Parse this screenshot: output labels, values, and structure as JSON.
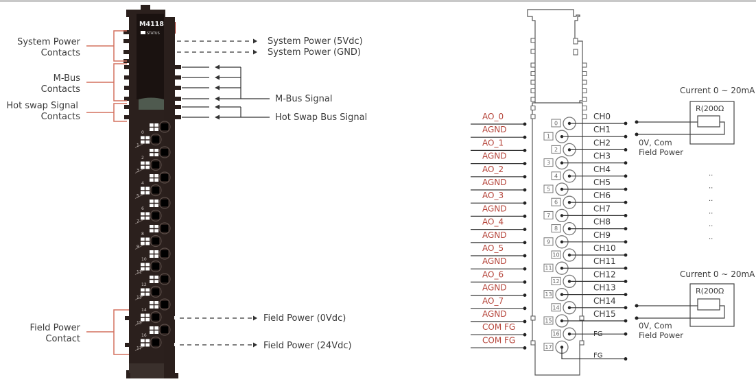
{
  "left_module": {
    "model": "M4118",
    "status_label": "STATUS",
    "left_labels": {
      "system_power": [
        "System Power",
        "Contacts"
      ],
      "mbus": [
        "M-Bus",
        "Contacts"
      ],
      "hot_swap": [
        "Hot swap Signal",
        "Contacts"
      ],
      "field_power": [
        "Field Power",
        "Contact"
      ]
    },
    "right_labels": {
      "sys_5v": "System Power (5Vdc)",
      "sys_gnd": "System Power (GND)",
      "mbus_signal": "M-Bus Signal",
      "hot_swap_signal": "Hot Swap Bus Signal",
      "field_0v": "Field Power (0Vdc)",
      "field_24v": "Field Power (24Vdc)"
    },
    "terminal_numbers": [
      "0",
      "1",
      "2",
      "3",
      "4",
      "5",
      "6",
      "7",
      "8",
      "9",
      "10",
      "11",
      "12",
      "13",
      "14",
      "15",
      "16",
      "17"
    ]
  },
  "wiring": {
    "left_signals": [
      "AO_0",
      "AGND",
      "AO_1",
      "AGND",
      "AO_2",
      "AGND",
      "AO_3",
      "AGND",
      "AO_4",
      "AGND",
      "AO_5",
      "AGND",
      "AO_6",
      "AGND",
      "AO_7",
      "AGND",
      "COM FG",
      "COM FG"
    ],
    "terminals": [
      "0",
      "1",
      "2",
      "3",
      "4",
      "5",
      "6",
      "7",
      "8",
      "9",
      "10",
      "11",
      "12",
      "13",
      "14",
      "15",
      "16",
      "17"
    ],
    "right_channels": [
      "CH0",
      "CH1",
      "CH2",
      "CH3",
      "CH4",
      "CH5",
      "CH6",
      "CH7",
      "CH8",
      "CH9",
      "CH10",
      "CH11",
      "CH12",
      "CH13",
      "CH14",
      "CH15",
      "FG",
      "FG"
    ],
    "load_top": {
      "title": "Current 0 ~ 20mA",
      "resistor": "R(200Ω",
      "com_line1": "0V, Com",
      "com_line2": "Field Power"
    },
    "load_bottom": {
      "title": "Current 0 ~ 20mA",
      "resistor": "R(200Ω",
      "com_line1": "0V, Com",
      "com_line2": "Field Power"
    },
    "ellipsis": [
      "..",
      "..",
      "..",
      "..",
      "..",
      ".."
    ]
  },
  "colors": {
    "label_red": "#b5443a",
    "bracket_red": "#d4705f",
    "module_body": "#2a1f1c"
  }
}
